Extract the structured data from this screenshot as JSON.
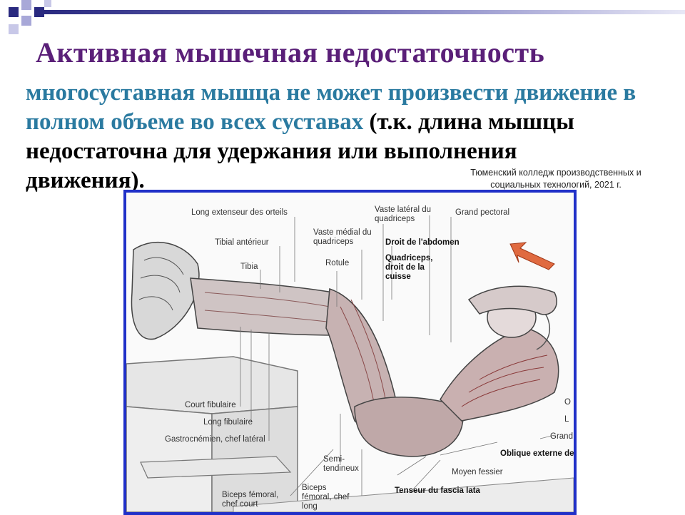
{
  "slide": {
    "title": "Активная мышечная недостаточность",
    "body_blue": "многосуставная мышца не может произвести движение в полном объеме во всех суставах",
    "body_black": " (т.к. длина мышцы недостаточна для удержания или выполнения движения).",
    "credit": "Тюменский колледж производственных и социальных технологий, 2021 г.",
    "colors": {
      "title": "#5a1f78",
      "blue_text": "#2a7aa0",
      "frame": "#2030c8",
      "deco_dark": "#2a2a80",
      "deco_light": "#a8a8d8"
    }
  },
  "figure": {
    "labels": {
      "long_extenseur": "Long extenseur des orteils",
      "tibial_anterieur": "Tibial antérieur",
      "tibia": "Tibia",
      "vaste_median": "Vaste médial du quadriceps",
      "rotule": "Rotule",
      "vaste_lateral": "Vaste latéral du quadriceps",
      "grand_pectoral": "Grand pectoral",
      "droit_abdomen": "Droit de l'abdomen",
      "quadriceps": "Quadriceps, droit de la cuisse",
      "court_fibulaire": "Court fibulaire",
      "long_fibulaire": "Long fibulaire",
      "gastrocnemien": "Gastrocnémien, chef latéral",
      "semi_tendineux": "Semi-tendineux",
      "biceps_femoral_long": "Biceps fémoral, chef long",
      "biceps_femoral_court": "Biceps fémoral, chef court",
      "moyen_fessier": "Moyen fessier",
      "tenseur_fascia": "Tenseur du fascia lata",
      "oblique_externe": "Oblique externe de l'abdomen",
      "grand_dentele": "Grand dentelé",
      "cut_o": "O",
      "cut_l": "L"
    }
  }
}
